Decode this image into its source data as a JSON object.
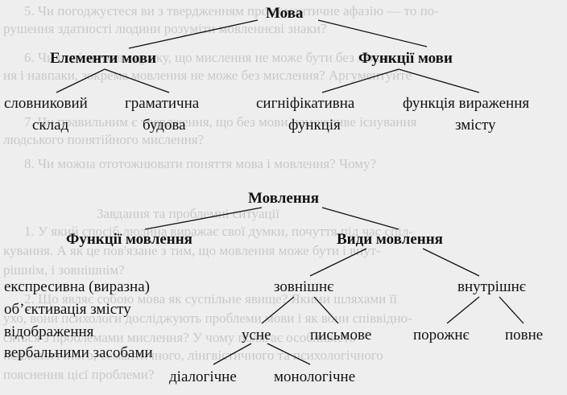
{
  "background_text": [
    "5.  Чи погоджуєтеся ви з твердженням про семантичне афазію — то по-",
    "рушення здатності людини розуміти мовленнєві знаки?",
    "6.  Чи поділяєте ви думку, що мислення не може бути без мовлен-",
    "ня і навпаки, зокрема мовлення не може без мислення? Аргументуйте",
    "7.  Чи правильним є твердження, що без мови неможливе існування",
    "людського понятійного мислення?",
    "8.  Чи можна ототожнювати поняття мова і мовлення? Чому?",
    "Завдання та проблемні ситуації",
    "1.  У який спосіб людина виражає свої думки, почуття під час спіл-",
    "кування. А як це пов'язане з тим, що мовлення може бути і внут-",
    "рішнім, і зовнішнім?",
    "2.  Що являє собою мова як суспільне явище? Якими шляхами її",
    "ухо, вони психологи досліджують проблеми мови і як вони співвідно-",
    "сяться з проблемами мислення? У чому полягає особливість",
    "психологічного, семантичного, лінгвістичного та психологічного",
    "пояснення цієї проблеми?"
  ],
  "nodes": {
    "mova": "Мова",
    "elementy_movy": "Елементи мови",
    "funktsii_movy": "Функції мови",
    "slovnykovyi_1": "словниковий",
    "slovnykovyi_2": "склад",
    "hramatychna_1": "граматична",
    "hramatychna_2": "будова",
    "syhnifikatyvna_1": "сигніфікативна",
    "syhnifikatyvna_2": "функція",
    "vyrazhennia_1": "функція вираження",
    "vyrazhennia_2": "змісту",
    "movlennia": "Мовлення",
    "funktsii_movlennia": "Функції мовлення",
    "vydy_movlennia": "Види мовлення",
    "ekspresyvna": "експресивна (виразна)",
    "obiektyvatsiia": "об’єктивація змісту",
    "vidobrazhennia": "відображення",
    "verbalnymy": "вербальними засобами",
    "zovnishnie": "зовнішнє",
    "vnutrishnie": "внутрішнє",
    "usne": "усне",
    "pysmove": "письмове",
    "porozhnie": "порожнє",
    "povne": "повне",
    "dialohichne": "діалогічне",
    "monolohichne": "монологічне"
  }
}
